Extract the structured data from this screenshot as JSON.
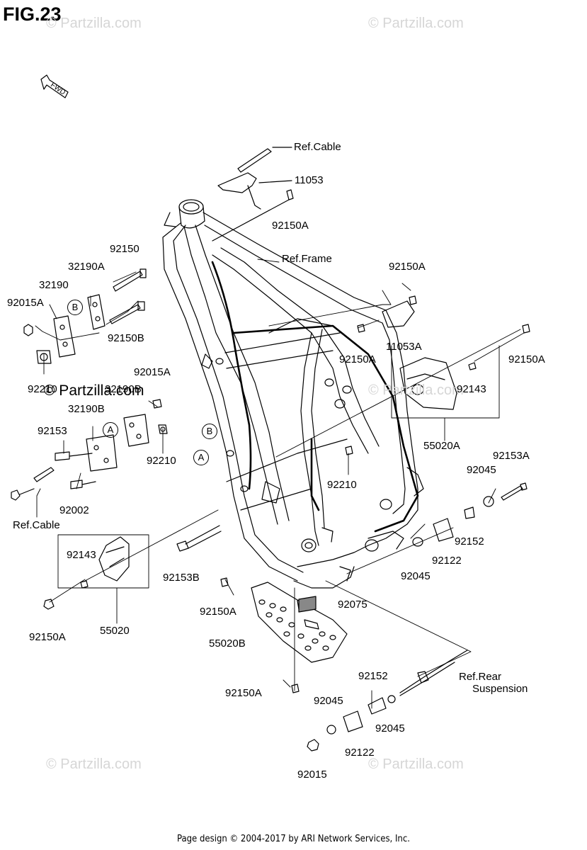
{
  "figure_title": "FIG.23",
  "footer": "Page design © 2004-2017 by ARI Network Services, Inc.",
  "watermark": "© Partzilla.com",
  "fwd_label": "FWD",
  "callouts": {
    "a": "A",
    "b": "B"
  },
  "labels": {
    "ref_cable_top": "Ref.Cable",
    "p11053": "11053",
    "p92150a_top": "92150A",
    "ref_frame": "Ref.Frame",
    "p92150_left": "92150",
    "p32190a": "32190A",
    "p32190": "32190",
    "p92015a_left": "92015A",
    "p92150b": "92150B",
    "p92210_left": "92210",
    "p92015a_mid": "92015A",
    "p32190b_overlap": "32190B",
    "p32190b": "32190B",
    "p92153": "92153",
    "p92210_mid": "92210",
    "p92002": "92002",
    "ref_cable_left": "Ref.Cable",
    "p92150a_right1": "92150A",
    "p92150a_bracket": "92150A",
    "p11053a": "11053A",
    "p92150a_right2": "92150A",
    "p92143_right": "92143",
    "p55020a": "55020A",
    "p92210_center": "92210",
    "p92153a": "92153A",
    "p92045_right": "92045",
    "p92152_right": "92152",
    "p92122_right": "92122",
    "p92045_center": "92045",
    "p92143_left": "92143",
    "p92153b": "92153B",
    "p92150a_guard": "92150A",
    "p92075": "92075",
    "p55020": "55020",
    "p92150a_left": "92150A",
    "p55020b": "55020B",
    "p92150a_bottom": "92150A",
    "p92152_bottom": "92152",
    "ref_rear": "Ref.Rear",
    "suspension": "Suspension",
    "p92045_bottom_left": "92045",
    "p92045_bottom_right": "92045",
    "p92122_bottom": "92122",
    "p92015": "92015"
  }
}
